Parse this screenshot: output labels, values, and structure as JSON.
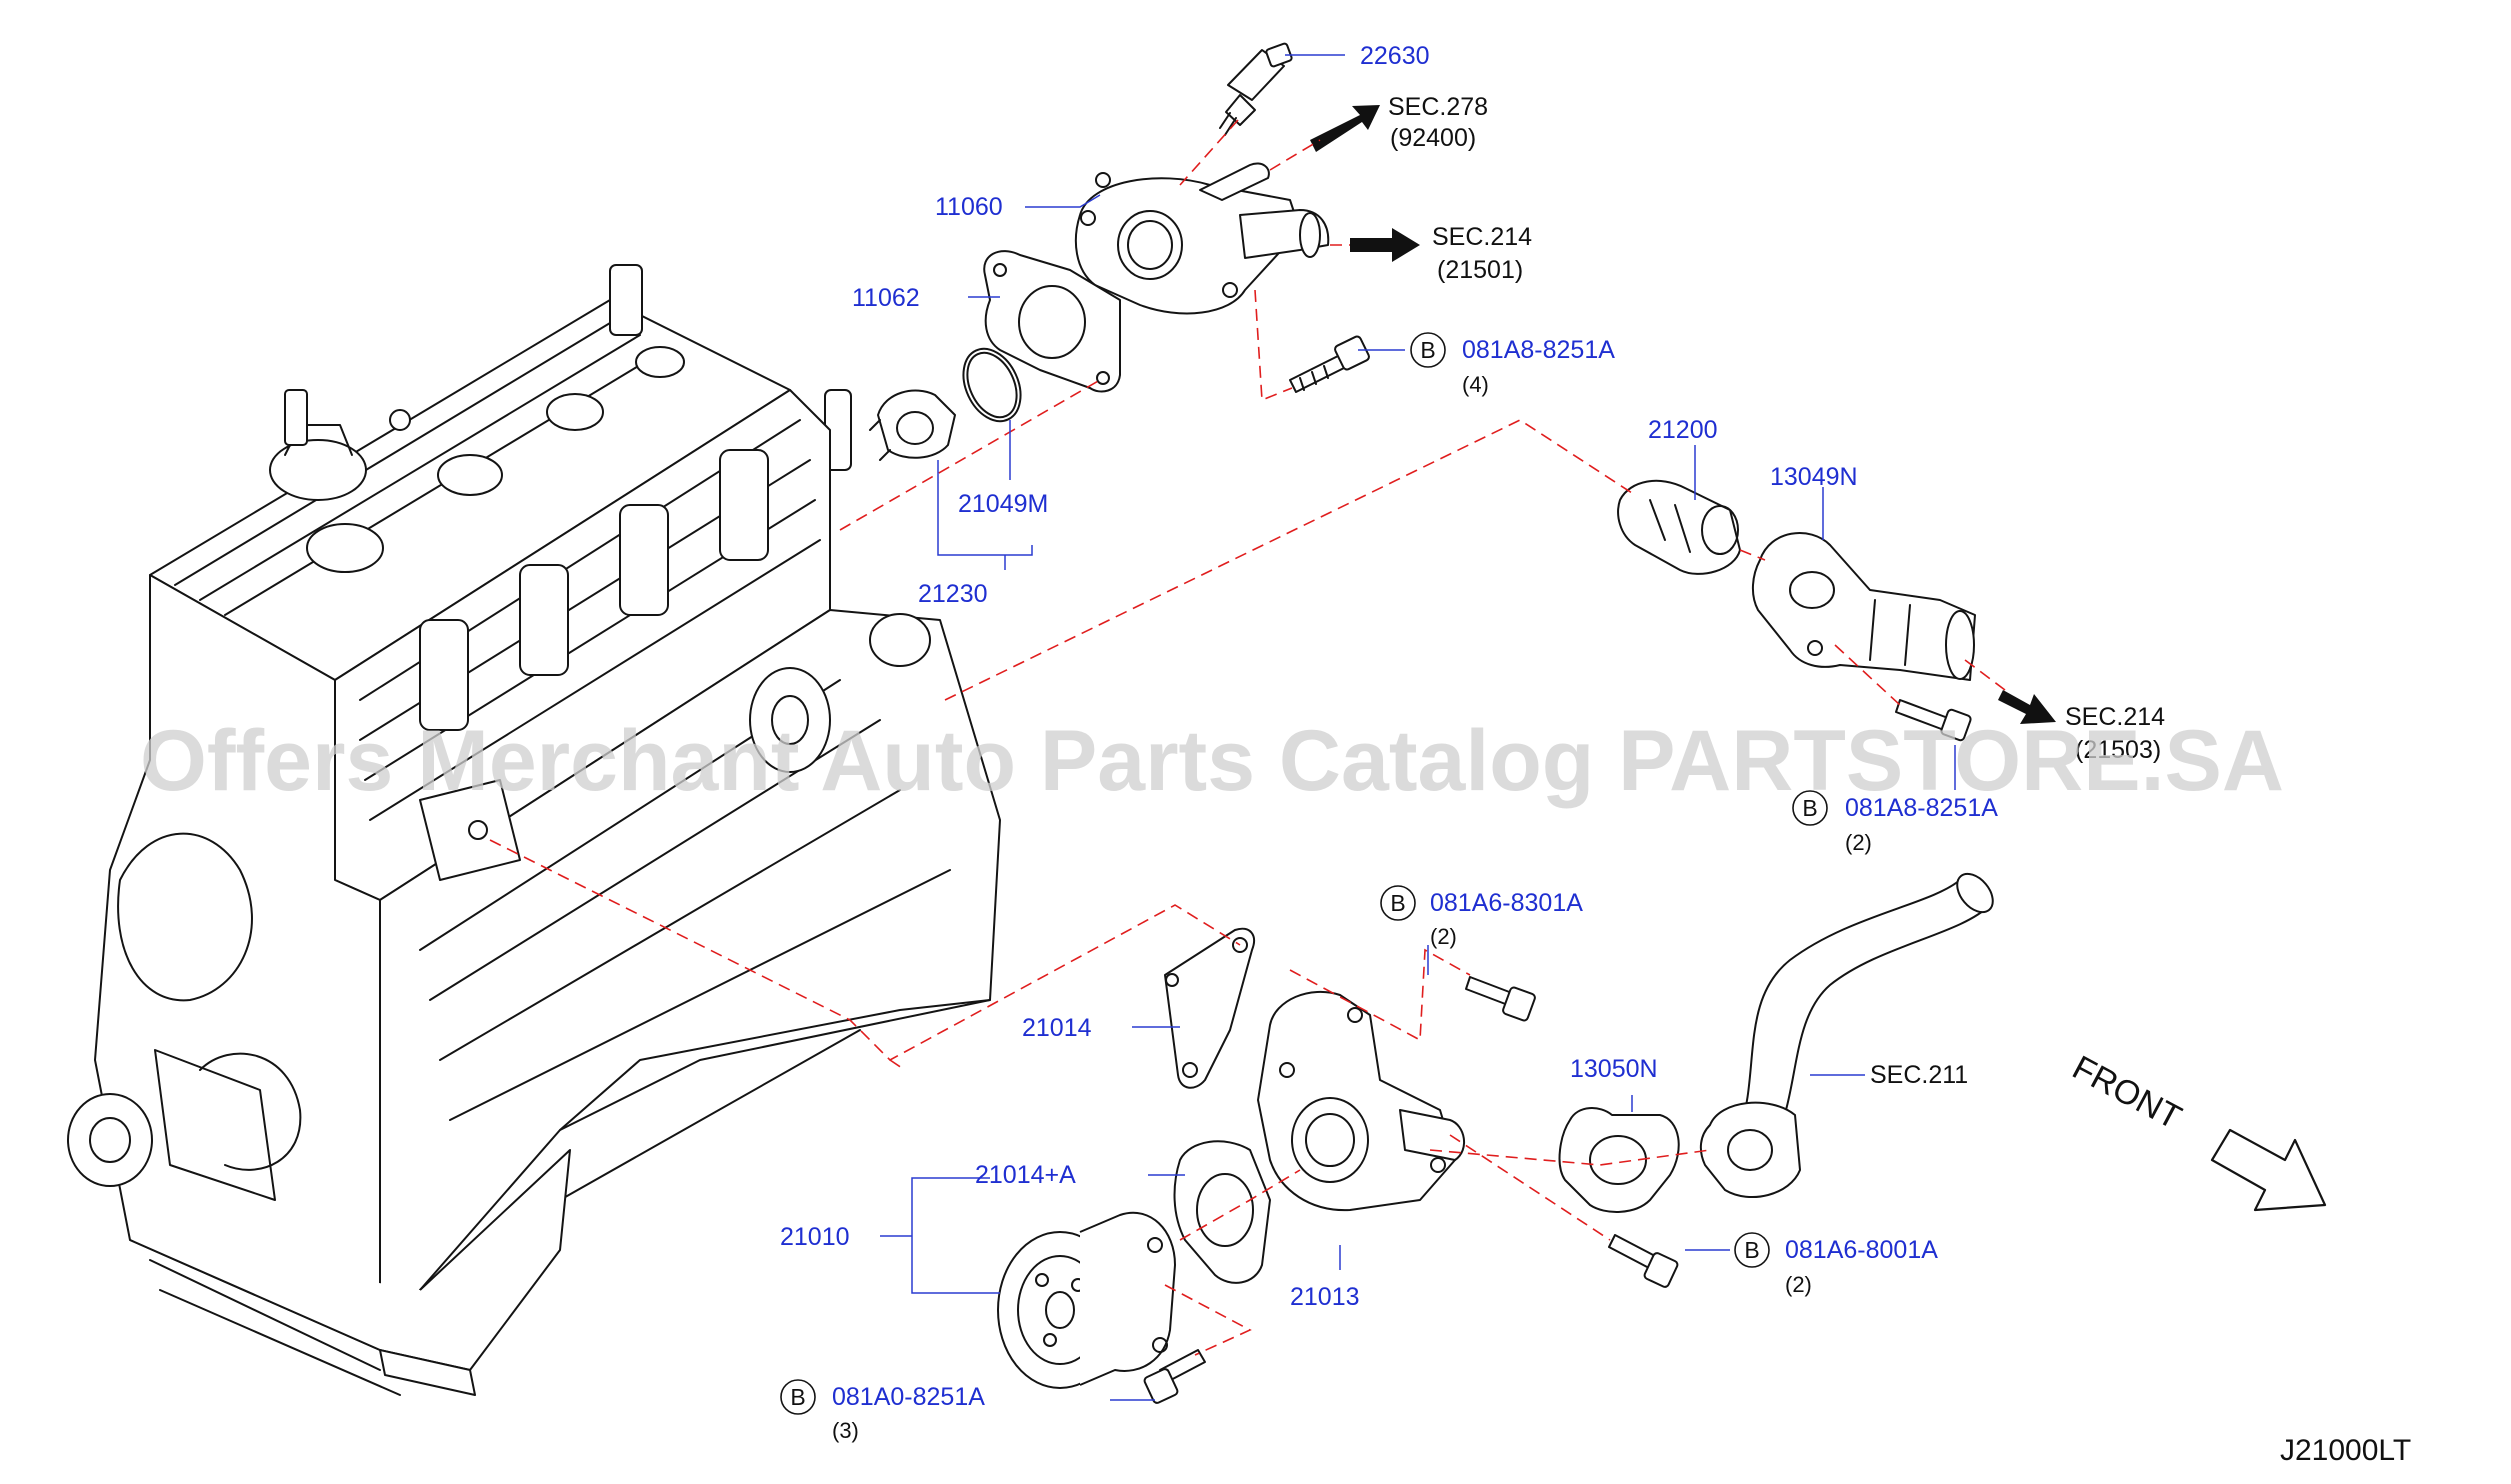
{
  "callouts": {
    "c22630": "22630",
    "c11060": "11060",
    "c11062": "11062",
    "c21049m": "21049M",
    "c21230": "21230",
    "c21200": "21200",
    "c13049n": "13049N",
    "c21014": "21014",
    "c21014a": "21014+A",
    "c21010": "21010",
    "c21013": "21013",
    "c13050n": "13050N"
  },
  "bolts": [
    {
      "letter": "B",
      "part": "081A8-8251A",
      "qty": "(4)"
    },
    {
      "letter": "B",
      "part": "081A8-8251A",
      "qty": "(2)"
    },
    {
      "letter": "B",
      "part": "081A6-8301A",
      "qty": "(2)"
    },
    {
      "letter": "B",
      "part": "081A6-8001A",
      "qty": "(2)"
    },
    {
      "letter": "B",
      "part": "081A0-8251A",
      "qty": "(3)"
    }
  ],
  "sections": {
    "sec278": "SEC.278",
    "sec278_ref": "(92400)",
    "sec214a": "SEC.214",
    "sec214a_ref": "(21501)",
    "sec214b": "SEC.214",
    "sec214b_ref": "(21503)",
    "sec211": "SEC.211"
  },
  "front_label": "FRONT",
  "diagram_code": "J21000LT",
  "watermark": "Offers Merchant Auto Parts Catalog PARTSTORE.SA"
}
